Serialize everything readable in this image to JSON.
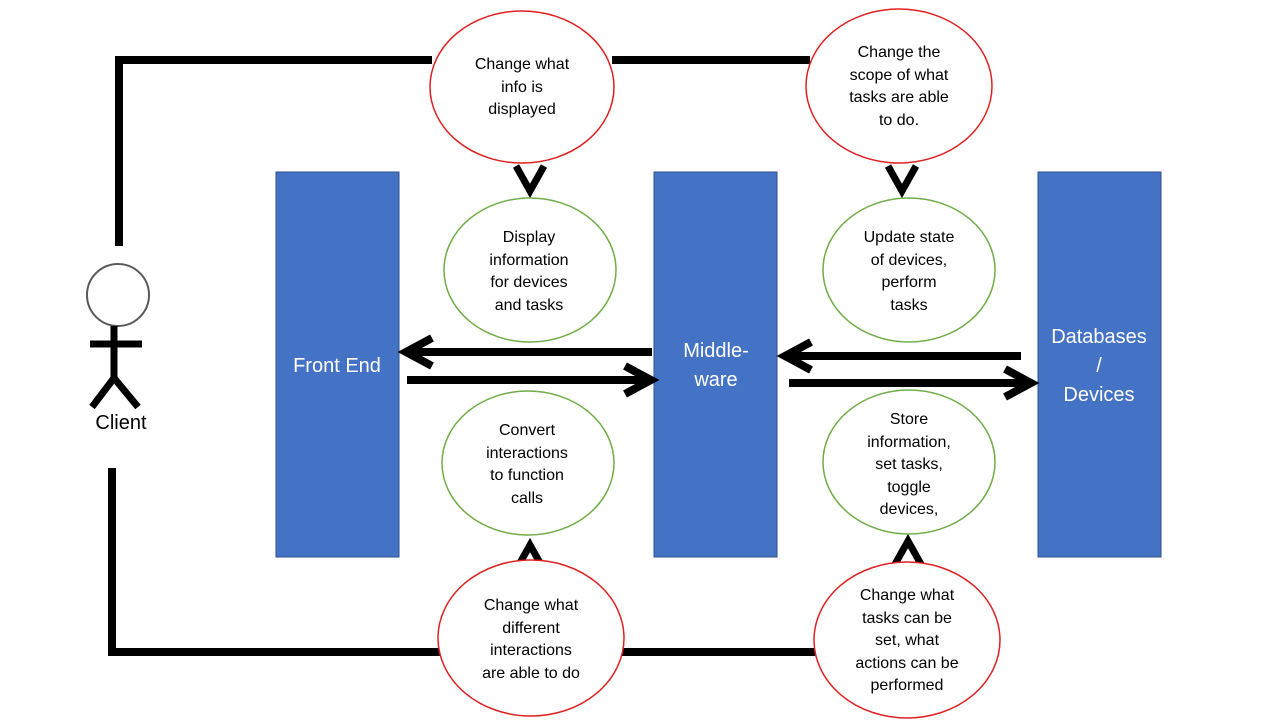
{
  "colors": {
    "box_fill": "#4472C4",
    "box_border": "#2F528F",
    "red_outline": "#E02020",
    "green_outline": "#70AD47",
    "line": "#000000"
  },
  "actor": {
    "label": "Client",
    "icon": "stick-figure-icon"
  },
  "boxes": {
    "front_end": "Front End",
    "middleware": [
      "Middle-",
      "ware"
    ],
    "databases": [
      "Databases",
      "/",
      "Devices"
    ]
  },
  "red_ellipses": {
    "top_left": [
      "Change what",
      "info is",
      "displayed"
    ],
    "top_right": [
      "Change the",
      "scope of what",
      "tasks are able",
      "to do."
    ],
    "bottom_left": [
      "Change what",
      "different",
      "interactions",
      "are able to do"
    ],
    "bottom_right": [
      "Change what",
      "tasks can be",
      "set, what",
      "actions can be",
      "performed"
    ]
  },
  "green_ellipses": {
    "display": [
      "Display",
      "information",
      "for devices",
      "and tasks"
    ],
    "convert": [
      "Convert",
      "interactions",
      "to function",
      "calls"
    ],
    "update": [
      "Update state",
      "of devices,",
      "perform",
      "tasks"
    ],
    "store": [
      "Store",
      "information,",
      "set tasks,",
      "toggle",
      "devices,"
    ]
  }
}
